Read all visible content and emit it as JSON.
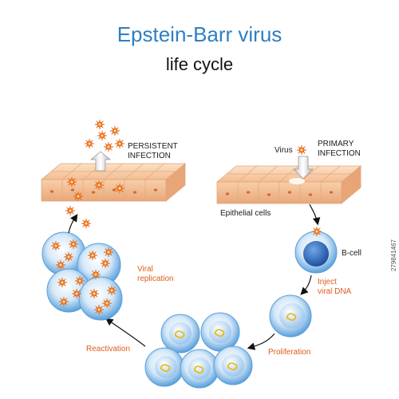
{
  "title": "Epstein-Barr virus",
  "subtitle": "life cycle",
  "labels": {
    "persistent_line1": "PERSISTENT",
    "persistent_line2": "INFECTION",
    "primary_line1": "PRIMARY",
    "primary_line2": "INFECTION",
    "virus": "Virus",
    "epithelial": "Epithelial cells",
    "bcell": "B-cell",
    "inject_line1": "Inject",
    "inject_line2": "viral DNA",
    "proliferation": "Proliferation",
    "reactivation": "Reactivation",
    "viral_line1": "Viral",
    "viral_line2": "replication"
  },
  "watermark": "279841467",
  "colors": {
    "title": "#2f7fc3",
    "label_red": "#e05a1c",
    "virus": "#f07a1e",
    "tissue": "#f6c7a0",
    "cell_blue": "#5a9fdc",
    "nucleus": "#2e66b8"
  }
}
